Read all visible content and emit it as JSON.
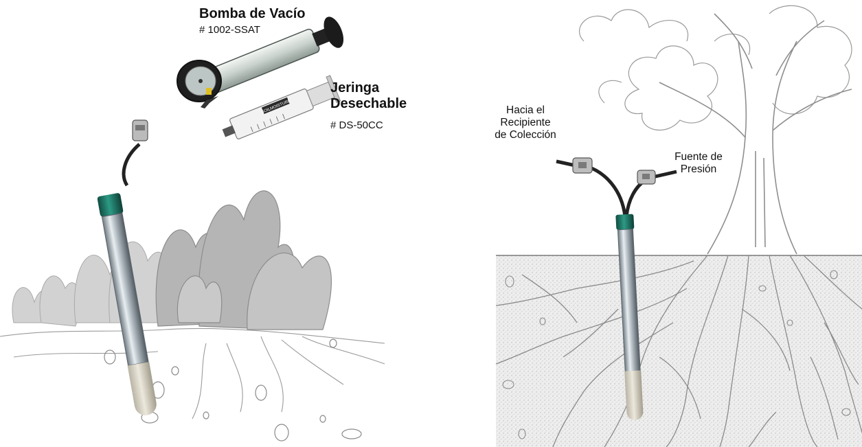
{
  "left_panel": {
    "pump": {
      "title": "Bomba de Vacío",
      "code": "# 1002-SSAT"
    },
    "syringe": {
      "title_line1": "Jeringa",
      "title_line2": "Desechable",
      "code": "# DS-50CC"
    },
    "syringe_brand": "SOILMOISTURE"
  },
  "right_panel": {
    "collection_label": [
      "Hacia el",
      "Recipiente",
      "de Colección"
    ],
    "pressure_label": [
      "Fuente de",
      "Presión"
    ]
  },
  "colors": {
    "soil": "#e6e6e6",
    "plants": "#b3b3b3",
    "tube_band": "#1f7a6a",
    "ceramic_tip": "#d6d2c4",
    "line_art": "#9a9a9a"
  }
}
